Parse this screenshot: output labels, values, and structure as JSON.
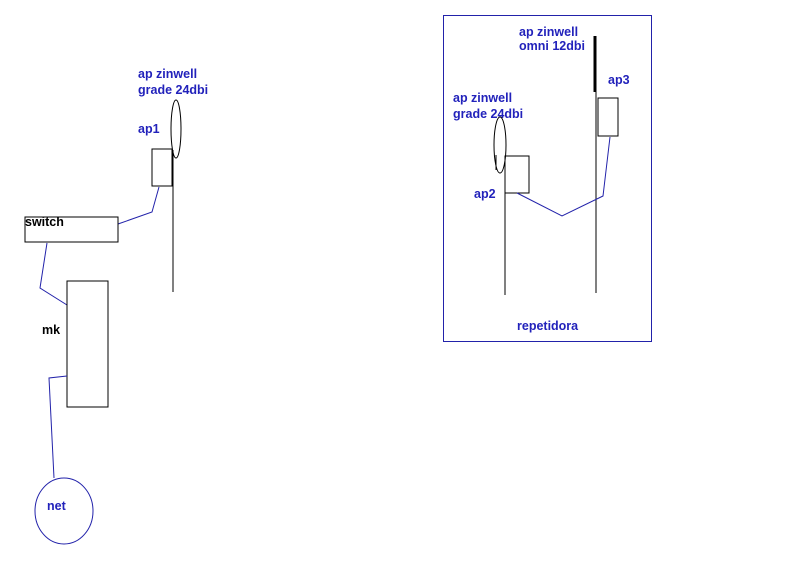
{
  "colors": {
    "label": "#2222bb",
    "link": "#2222aa",
    "frame": "#2222aa",
    "outline": "#000000"
  },
  "left": {
    "ap1_antenna": [
      "ap zinwell",
      "grade 24dbi"
    ],
    "ap1": "ap1",
    "switch": "switch",
    "mk": "mk",
    "net": "net"
  },
  "right": {
    "ap3_antenna": [
      "ap zinwell",
      "omni 12dbi"
    ],
    "ap3": "ap3",
    "ap2_antenna": [
      "ap zinwell",
      "grade 24dbi"
    ],
    "ap2": "ap2",
    "frame_label": "repetidora"
  }
}
